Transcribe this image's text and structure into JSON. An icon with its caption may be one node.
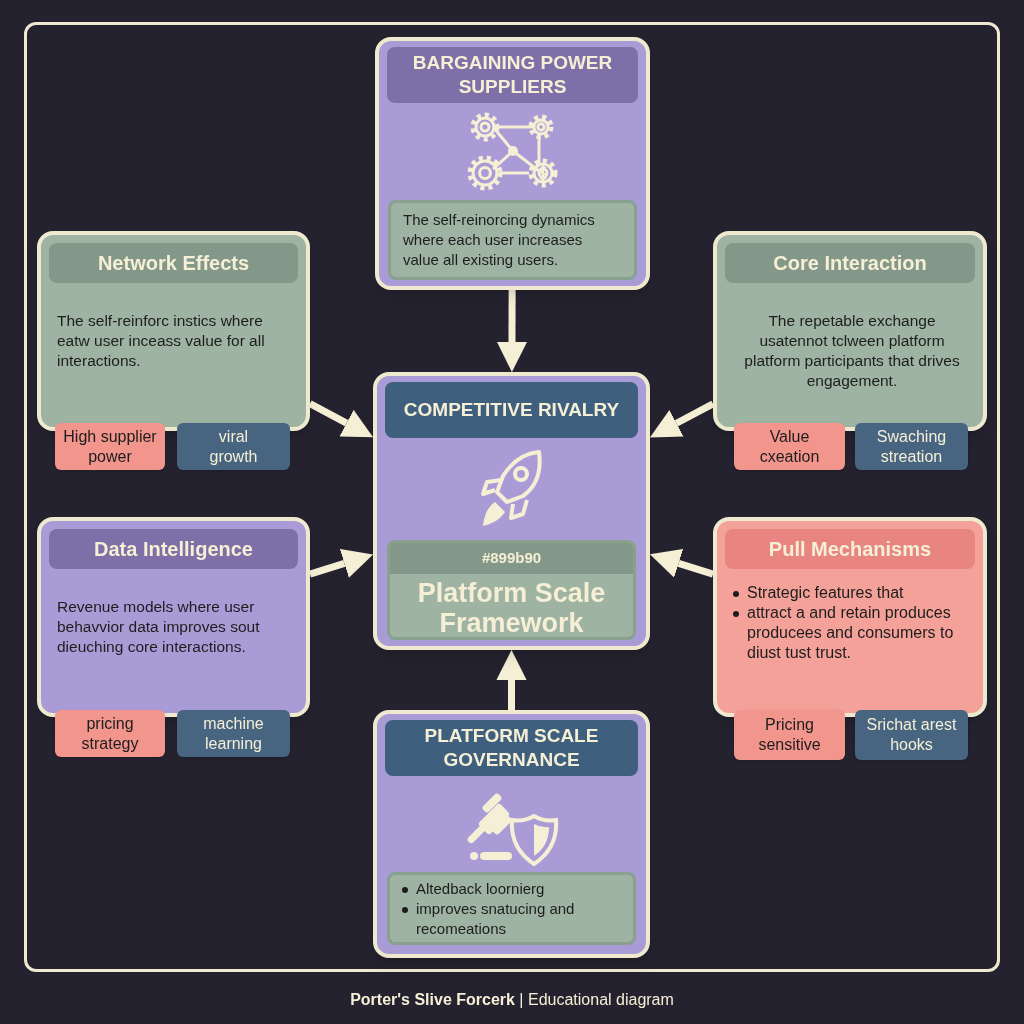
{
  "diagram": {
    "caption": "**Porter's Slive Forcerk** | Educational diagram",
    "nodes": [
      {
        "text": [
          "BARGAINING POWER SUPPLIERS"
        ]
      },
      {
        "text": [
          "The self-reinorcing dynamics where each user increases value all existing users."
        ],
        "in": 0
      },
      {
        "text": [
          "Network Effects",
          "The self-reinforc instics where eatw user inceass value for all interactions."
        ]
      },
      {
        "text": [
          "High supplier power"
        ]
      },
      {
        "text": [
          "viral growth"
        ]
      },
      {
        "text": [
          "Core Interaction",
          "The repetable exchange usatennot tclween platform platform participants that drives engagement."
        ]
      },
      {
        "text": [
          "Value cxeation"
        ]
      },
      {
        "text": [
          "Swaching streation"
        ]
      },
      {
        "text": [
          "COMPETITIVE RIVALRY"
        ]
      },
      {
        "text": [
          "#899b90",
          "Platform Scale Framework"
        ],
        "in": 8
      },
      {
        "text": [
          "Data Intelligence",
          "Revenue models where user behavvior data improves sout dieuching core interactions."
        ]
      },
      {
        "text": [
          "pricing strategy"
        ]
      },
      {
        "text": [
          "machine learning"
        ]
      },
      {
        "text": [
          "Pull Mechanisms",
          "Strategic features that",
          "attract a and retain produces producees and consumers to diust tust trust."
        ]
      },
      {
        "text": [
          "Pricing sensitive"
        ]
      },
      {
        "text": [
          "Srichat arest hooks"
        ]
      },
      {
        "text": [
          "PLATFORM SCALE GOVERNANCE"
        ]
      },
      {
        "text": [
          "Altedback loornierg",
          "improves snatucing and recomeations"
        ],
        "in": 16
      }
    ],
    "edges": [
      {
        "from": 0,
        "to": 8,
        "arrow": "to"
      },
      {
        "from": 2,
        "to": 8,
        "arrow": "to"
      },
      {
        "from": 5,
        "to": 8,
        "arrow": "to"
      },
      {
        "from": 10,
        "to": 8,
        "arrow": "to"
      },
      {
        "from": 13,
        "to": 8,
        "arrow": "to"
      },
      {
        "from": 16,
        "to": 8,
        "arrow": "to"
      }
    ]
  }
}
